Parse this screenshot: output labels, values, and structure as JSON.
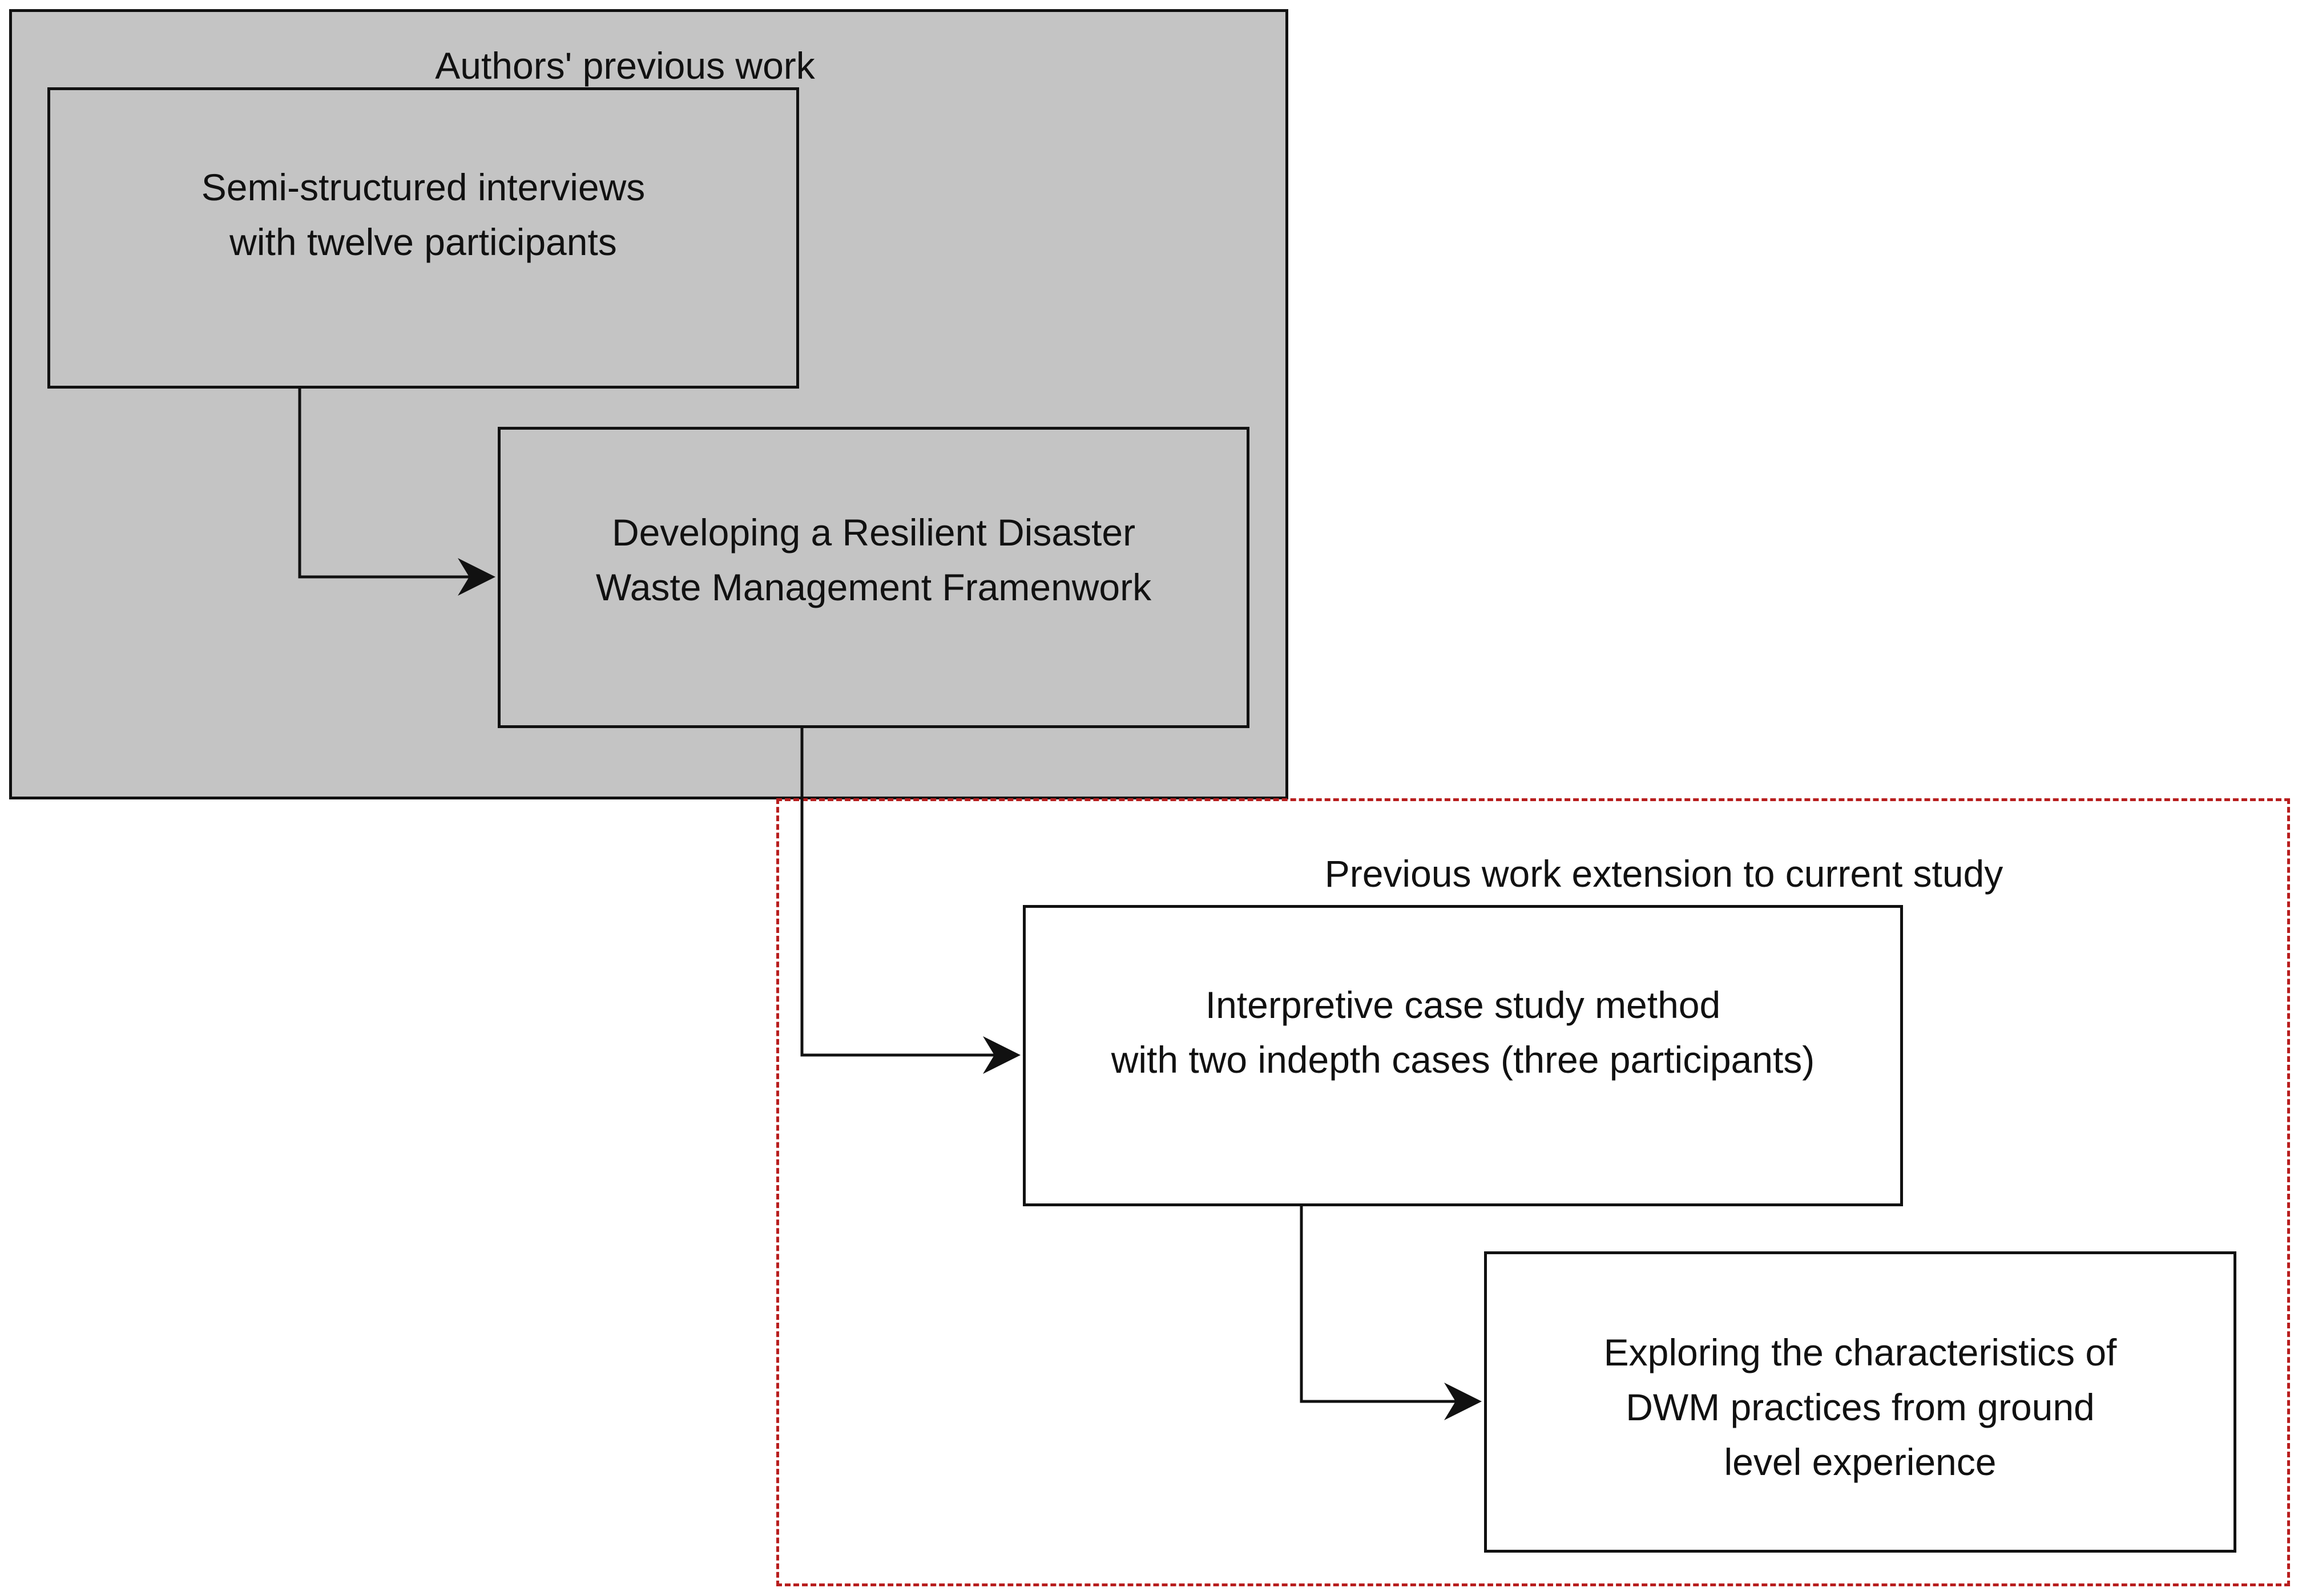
{
  "groups": {
    "previous_work": {
      "title": "Authors' previous work"
    },
    "extension": {
      "title": "Previous work extension to current study"
    }
  },
  "nodes": {
    "interviews": "Semi-structured interviews\nwith twelve participants",
    "framework": "Developing  a Resilient Disaster\nWaste Management Framenwork",
    "case_study": "Interpretive case study method\nwith two indepth cases (three participants)",
    "exploring": "Exploring the characteristics of\nDWM practices from ground\nlevel experience"
  },
  "colors": {
    "group_fill": "#c4c4c4",
    "node_border": "#111111",
    "dashed_border": "#b81e1e",
    "white_fill": "#ffffff"
  }
}
